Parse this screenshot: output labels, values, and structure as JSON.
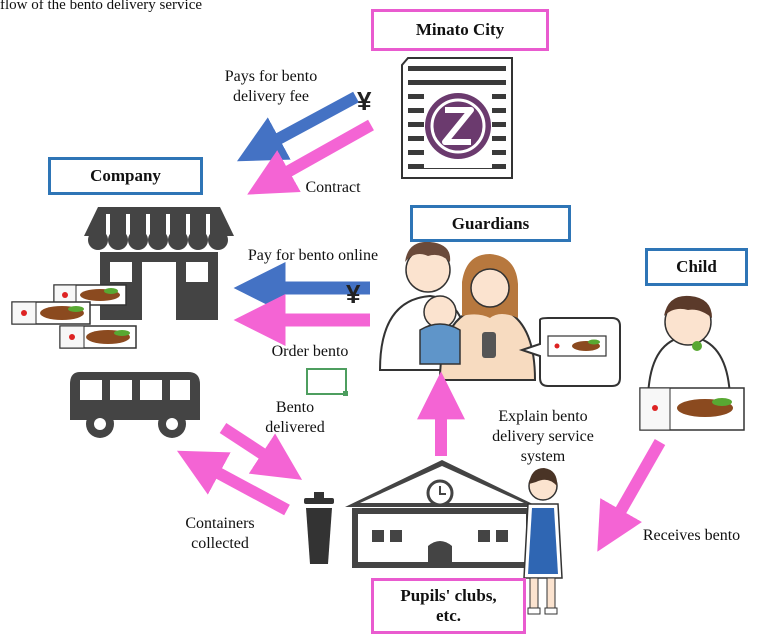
{
  "diagram": {
    "title": "flow of the bento delivery service",
    "nodes": {
      "minato_city": "Minato City",
      "company": "Company",
      "guardians": "Guardians",
      "child": "Child",
      "pupils_clubs": {
        "line1": "Pupils' clubs,",
        "line2": "etc."
      }
    },
    "labels": {
      "pays_fee": {
        "line1": "Pays for bento",
        "line2": "delivery fee"
      },
      "contract": "Contract",
      "pay_online": "Pay for bento online",
      "order_bento": "Order bento",
      "bento_delivered": {
        "line1": "Bento",
        "line2": "delivered"
      },
      "explain": {
        "line1": "Explain bento",
        "line2": "delivery service",
        "line3": "system"
      },
      "containers_collected": {
        "line1": "Containers",
        "line2": "collected"
      },
      "receives_bento": "Receives bento"
    },
    "symbols": {
      "yen": "¥"
    },
    "colors": {
      "blue_arrow": "#4472c4",
      "pink_arrow": "#f464d4",
      "blue_border": "#2e75b6",
      "pink_border": "#e95bcf"
    }
  }
}
